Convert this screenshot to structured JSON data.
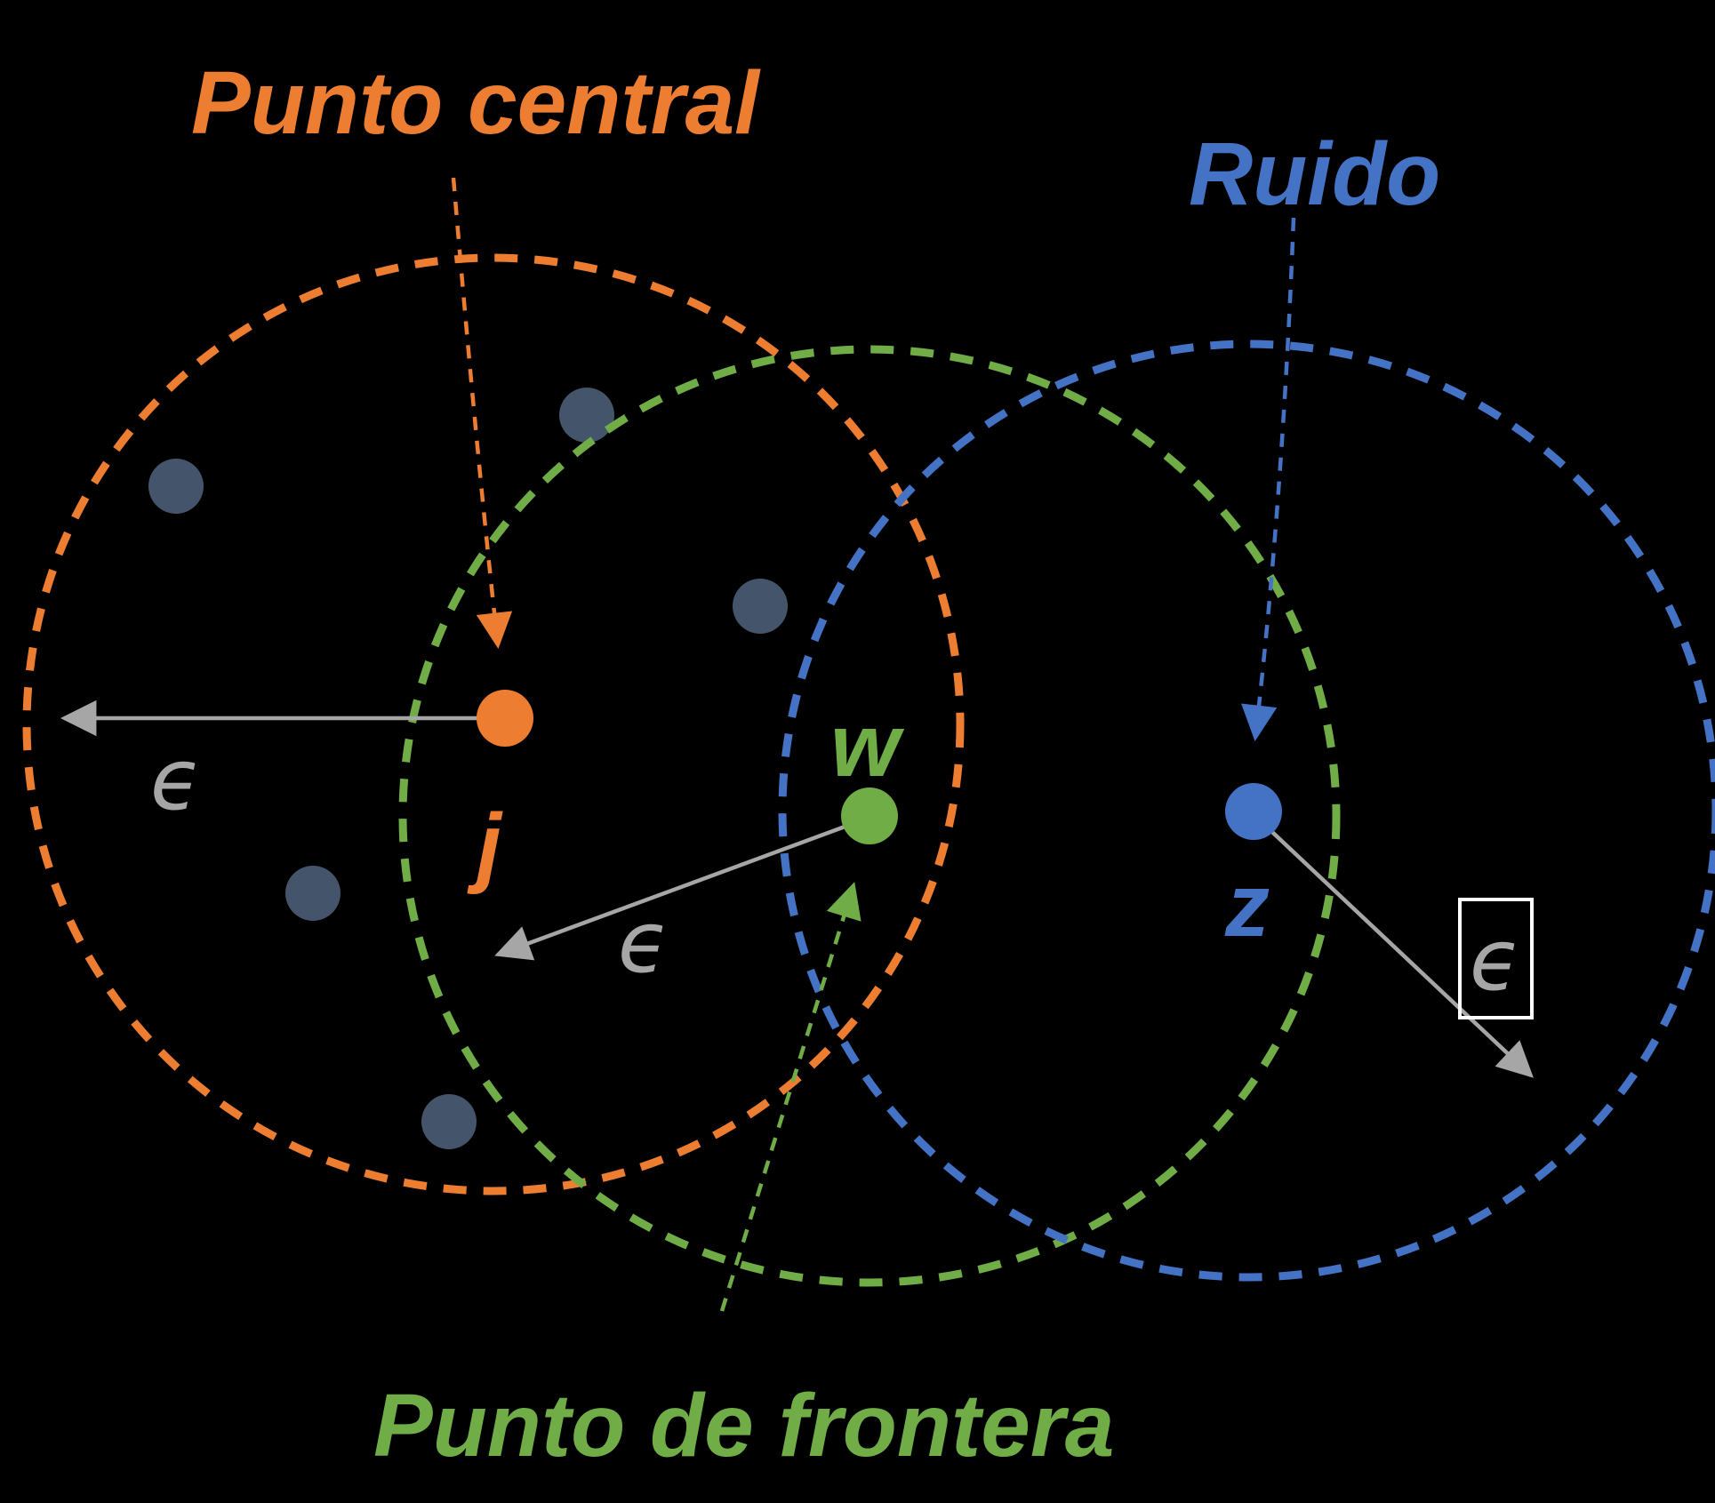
{
  "colors": {
    "background": "#000000",
    "orange": "#ED7D31",
    "green": "#70AD47",
    "blue": "#4472C4",
    "gray": "#A6A6A6",
    "dot_fill": "#44546A",
    "box_border": "#FFFFFF"
  },
  "labels": {
    "core_point": "Punto central",
    "noise": "Ruido",
    "border_point": "Punto de frontera",
    "point_j": "j",
    "point_w": "w",
    "point_z": "z",
    "epsilon": "ϵ"
  }
}
